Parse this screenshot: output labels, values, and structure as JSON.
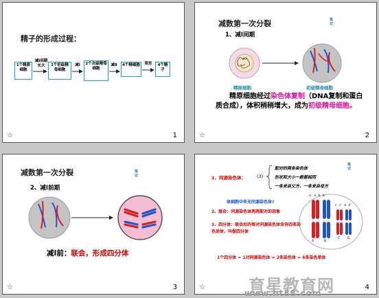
{
  "slide1": {
    "title": "精子的形成过程：",
    "boxes": [
      "1个精原细胞",
      "1个初级精母细胞",
      "2个次级精母细胞",
      "4个精细胞",
      "4个精子"
    ],
    "arrows": [
      "减Ⅰ间期长大",
      "减Ⅰ",
      "减Ⅱ",
      "变形"
    ],
    "number": "1"
  },
  "slide2": {
    "title": "减数第一次分裂",
    "subtitle": "1、减Ⅰ间期",
    "note": "笔记",
    "label_left": "精原细胞",
    "label_right": "初级精母细胞",
    "para_a": "精原细胞经过",
    "para_b": "染色体复制",
    "para_c": "（DNA复制和蛋白质合成），体积稍稍增大，成为",
    "para_d": "初级精母细胞。",
    "number": "2"
  },
  "slide3": {
    "title": "减数第一次分裂",
    "subtitle": "2、减Ⅰ前期",
    "note": "笔记",
    "caption_a": "减Ⅰ前：",
    "caption_b": "联会，形成四分体",
    "number": "3"
  },
  "slide4": {
    "note": "笔记",
    "item1_label": "1、同源染色体：",
    "item1_p": "(3)",
    "item1_lines": [
      "配对的两条染色体",
      "形状和大小一般都相同",
      "一条来自父方，一条来自母方"
    ],
    "question": "体细胞中有无同源染色体?",
    "item2": "2、联会：同源染色体两两配对的现象",
    "item3": "3、四分体：联会后的每对同源染色体含有四条染色单体，叫做四分体",
    "formula": "1个四分体 = 1对同源染色体 = 2条染色体 = 4条染色单体",
    "chrom_labels_top": [
      "a'",
      "a",
      "b",
      "b'",
      "c",
      "c'",
      "d",
      "d'"
    ],
    "chrom_labels_bottom": [
      "A",
      "B",
      "C",
      "D"
    ],
    "number": "4"
  },
  "watermark": {
    "brand": "育星教育网",
    "url": "www.ht88.com"
  },
  "colors": {
    "accent_red": "#d40000",
    "accent_magenta": "#e0109a",
    "accent_blue": "#1656c8",
    "box_border": "#17a3b8"
  }
}
